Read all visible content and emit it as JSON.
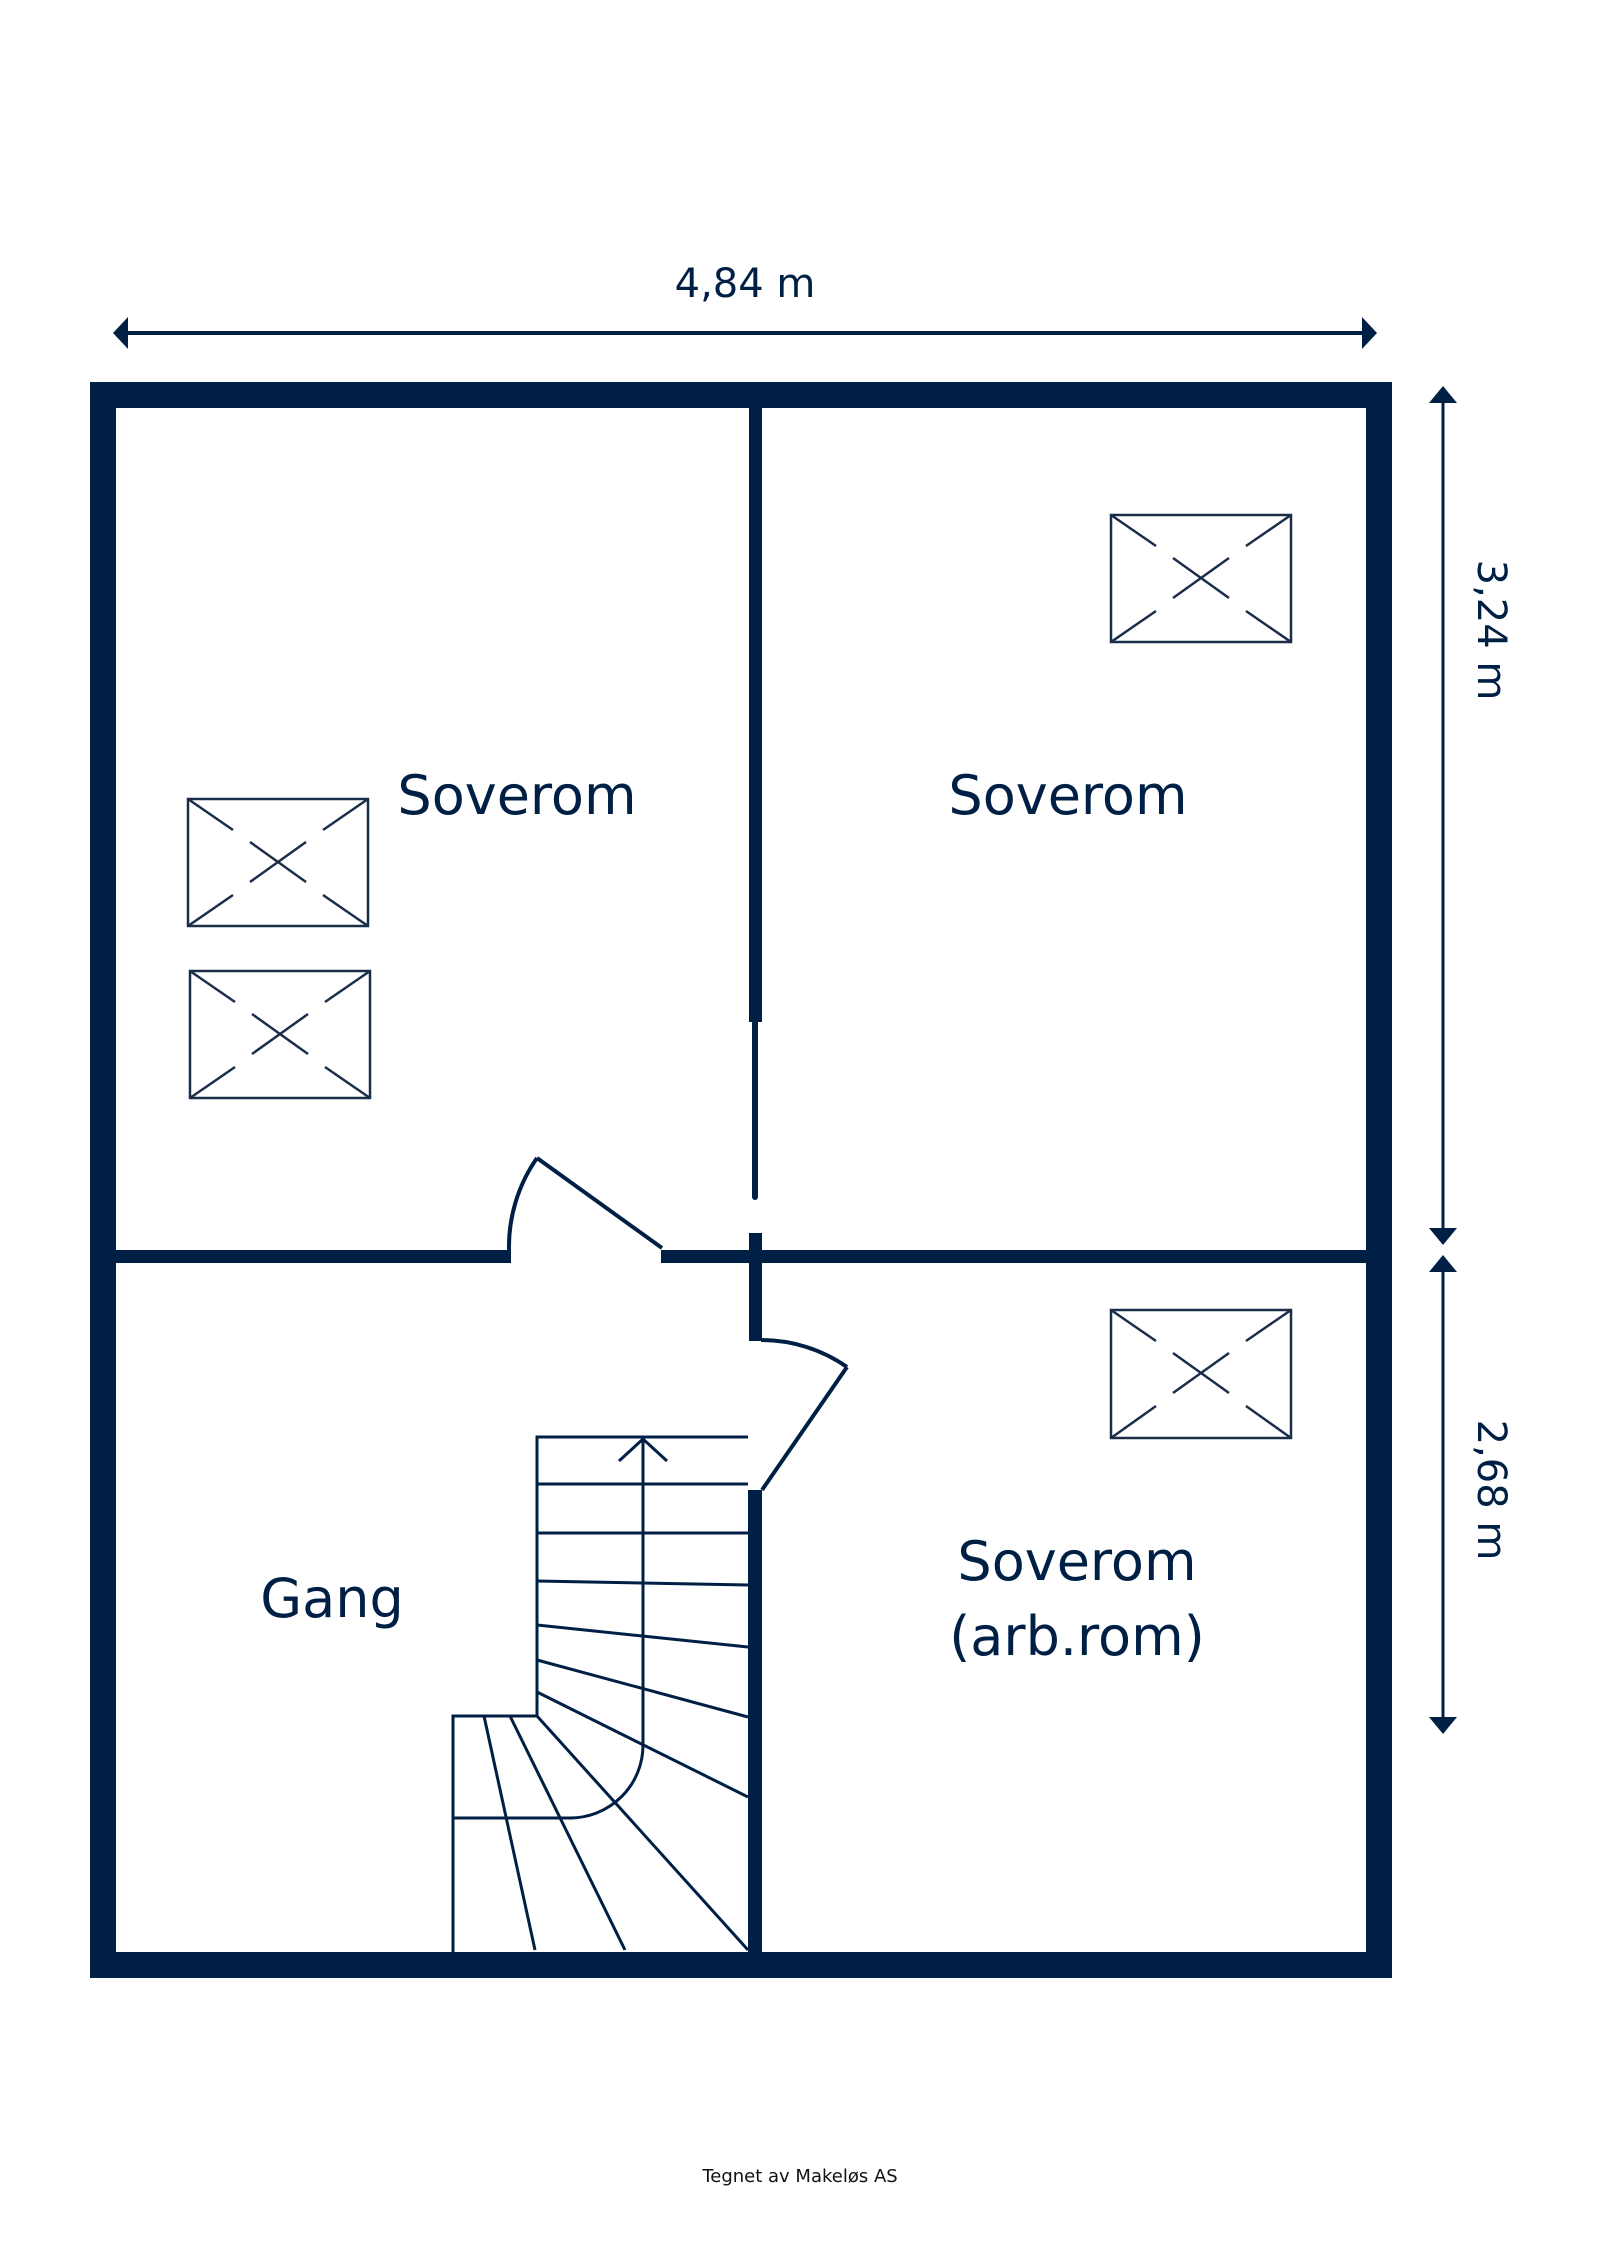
{
  "floorplan": {
    "rooms": [
      {
        "name": "Soverom"
      },
      {
        "name": "Soverom"
      },
      {
        "name": "Gang"
      },
      {
        "name": "Soverom",
        "subtitle": "(arb.rom)"
      }
    ],
    "dimensions": {
      "width": "4,84 m",
      "height_upper": "3,24 m",
      "height_lower": "2,68 m"
    },
    "footer": "Tegnet av Makeløs AS",
    "colors": {
      "wall": "#001f45",
      "background": "#ffffff"
    }
  }
}
